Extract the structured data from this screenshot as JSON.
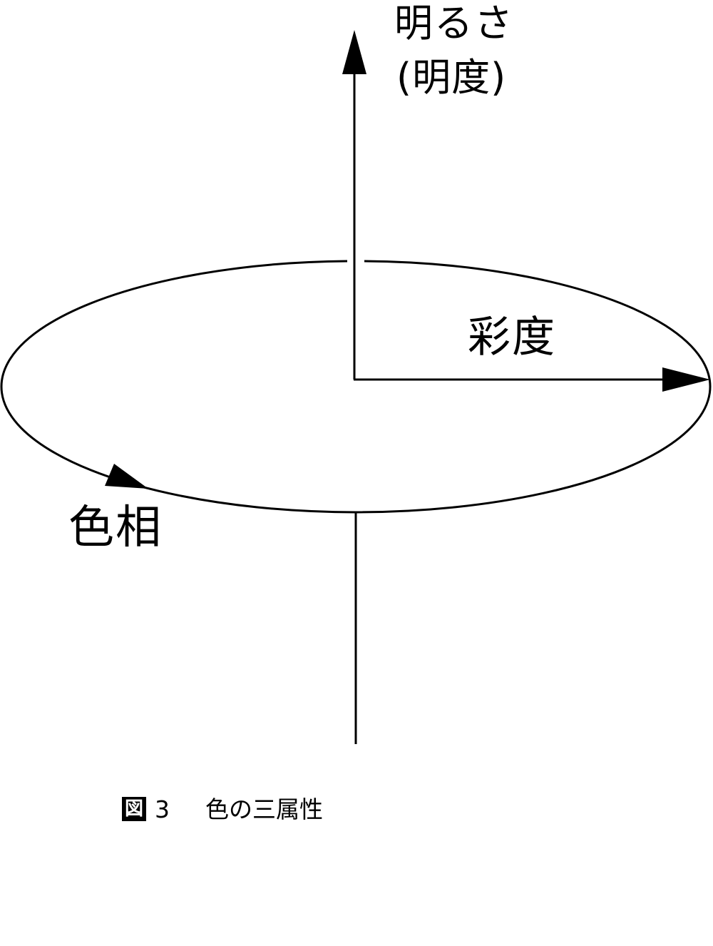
{
  "axes": {
    "lightness": {
      "label": "明るさ",
      "sublabel": "(明度)"
    },
    "chroma": {
      "label": "彩度"
    },
    "hue": {
      "label": "色相"
    }
  },
  "caption": {
    "prefix": "図",
    "number": "3",
    "title": "色の三属性"
  },
  "colors": {
    "stroke": "#000000",
    "background": "#ffffff"
  }
}
